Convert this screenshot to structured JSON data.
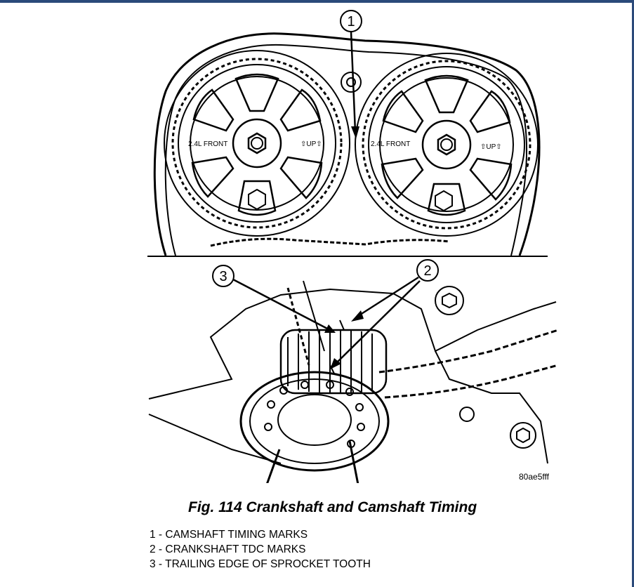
{
  "figure": {
    "caption": "Fig. 114 Crankshaft and Camshaft Timing",
    "reference_code": "80ae5fff",
    "sprocket_labels": {
      "front": "2.4L FRONT",
      "up": "⇧UP⇧"
    },
    "callouts": [
      {
        "number": "1"
      },
      {
        "number": "2"
      },
      {
        "number": "3"
      }
    ],
    "legend": [
      "1 - CAMSHAFT TIMING MARKS",
      "2 - CRANKSHAFT TDC MARKS",
      "3 - TRAILING EDGE OF SPROCKET TOOTH"
    ]
  }
}
